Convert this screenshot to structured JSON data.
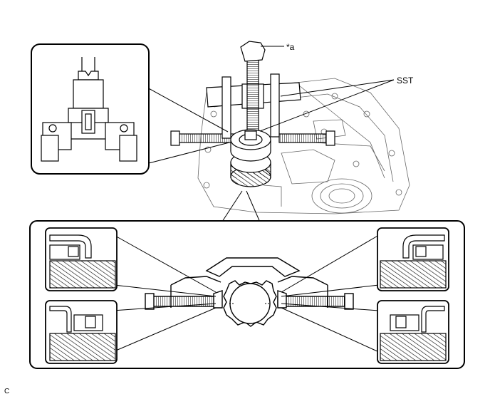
{
  "labels": {
    "callout_a": "*a",
    "sst": "SST",
    "figure_code": "C"
  },
  "colors": {
    "line": "#000000",
    "background": "#ffffff",
    "hatch": "#333333"
  }
}
